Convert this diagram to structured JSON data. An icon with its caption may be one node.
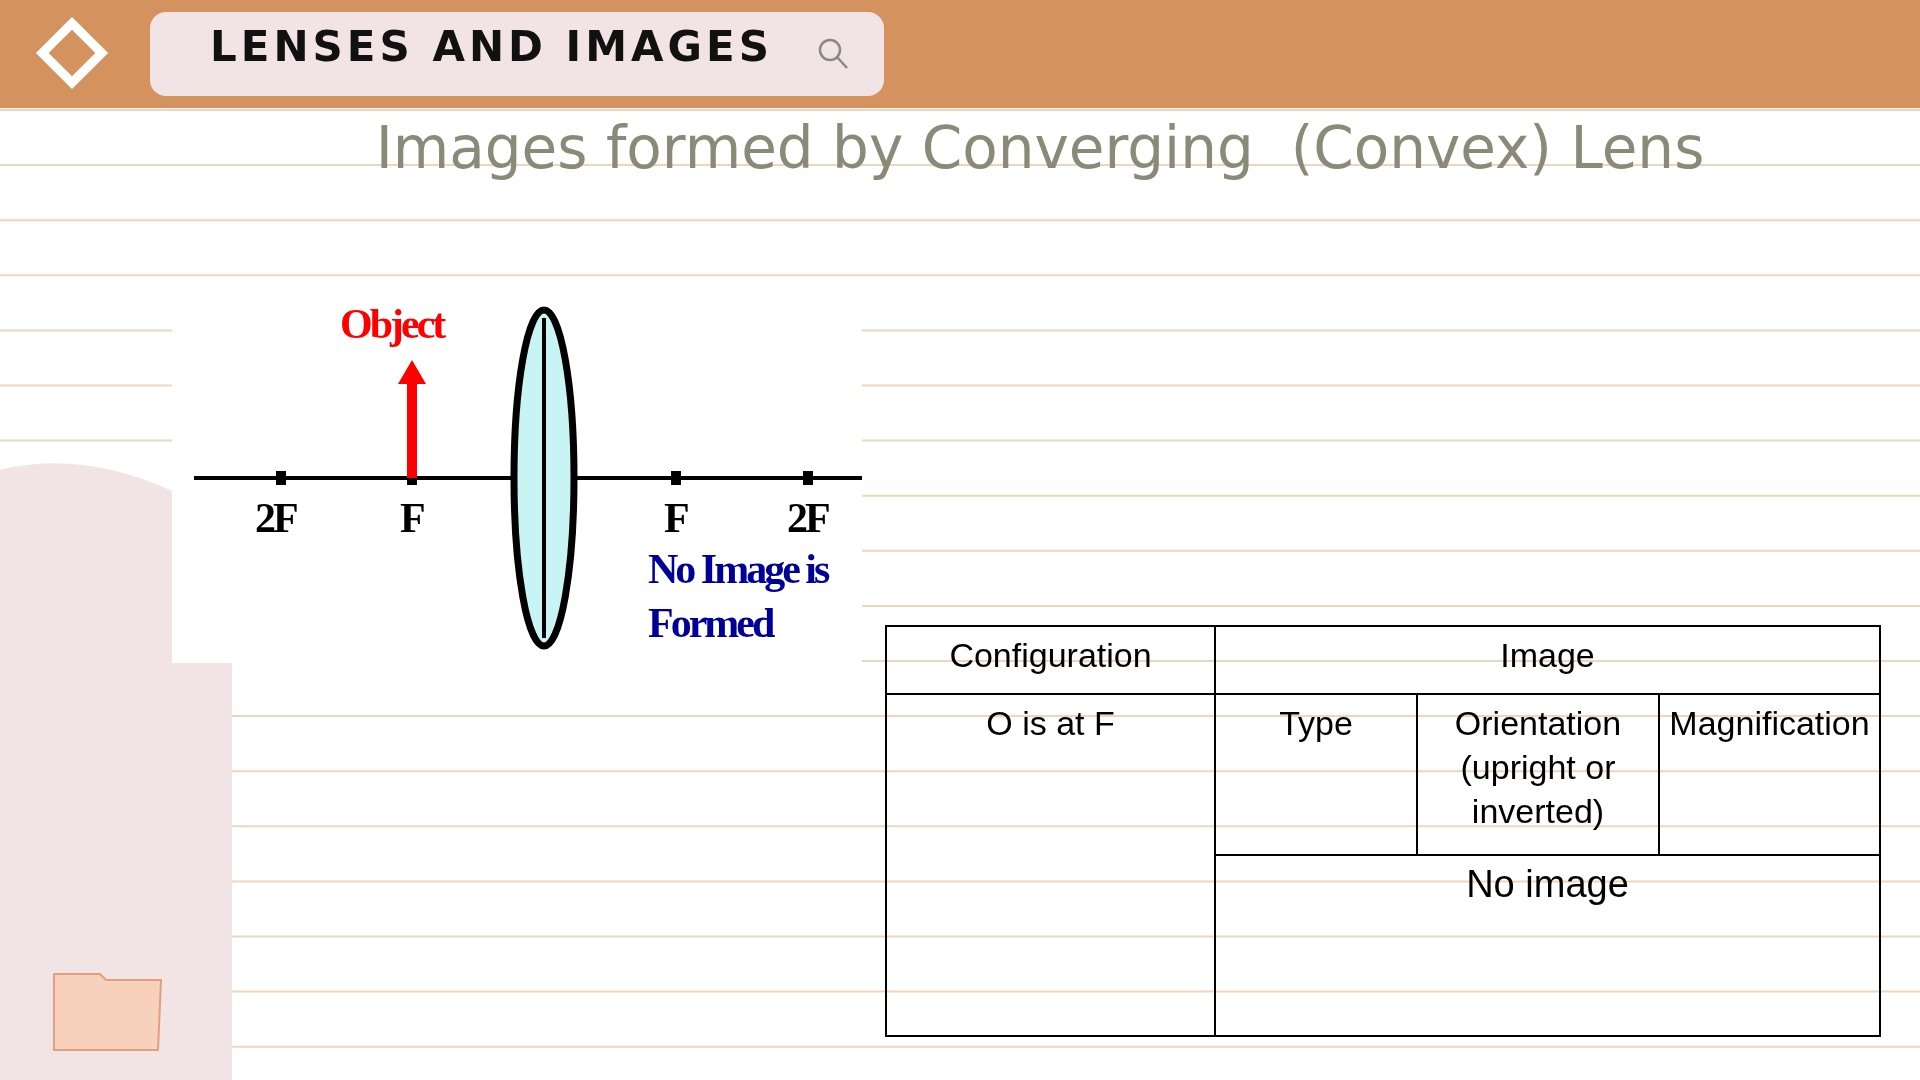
{
  "diagram": {
    "title": "Images formed by Converging  (Convex) Lens",
    "labels": [
      "LENSES AND IMAGES",
      "Object",
      "2F",
      "F",
      "F",
      "2F",
      "No Image is Formed",
      "Configuration",
      "Image",
      "O is at F",
      "Type",
      "Orientation (upright or inverted)",
      "Magnification",
      "No image"
    ]
  }
}
